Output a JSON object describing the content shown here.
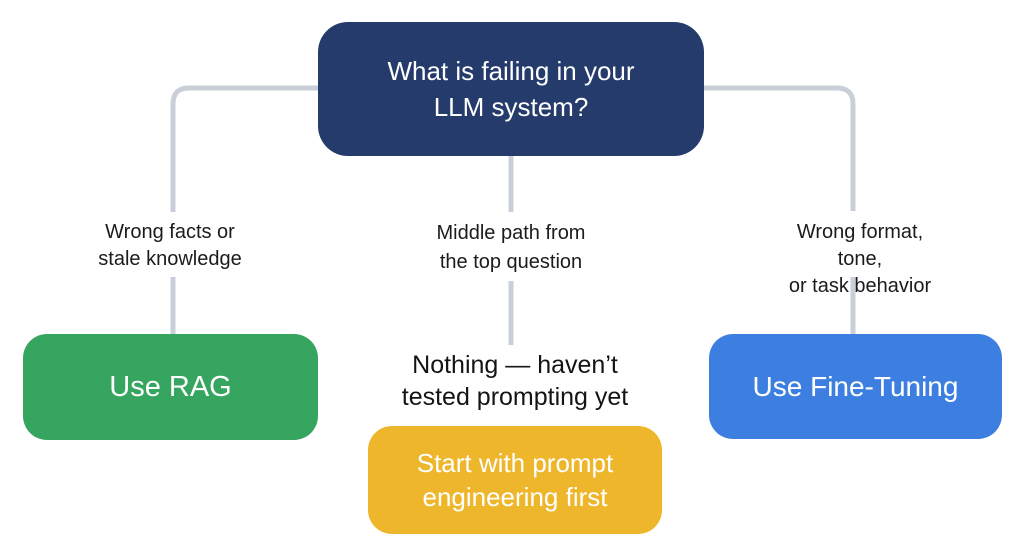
{
  "diagram": {
    "root": {
      "text": "What is failing in your\nLLM system?",
      "color": "#253B6B"
    },
    "branches": [
      {
        "condition": "Wrong facts or\nstale knowledge",
        "action": {
          "text": "Use RAG",
          "color": "#36A55F"
        }
      },
      {
        "condition": "Middle path from\nthe top question",
        "note": "Nothing — haven’t\ntested prompting yet",
        "action": {
          "text": "Start with prompt\nengineering first",
          "color": "#EEB62A"
        }
      },
      {
        "condition": "Wrong format, tone,\nor task behavior",
        "action": {
          "text": "Use Fine-Tuning",
          "color": "#3C7FE0"
        }
      }
    ],
    "colors": {
      "connector": "#C9CFD9",
      "background": "#FFFFFF",
      "label_text": "#1B1B1D",
      "node_text": "#FFFFFF"
    }
  }
}
